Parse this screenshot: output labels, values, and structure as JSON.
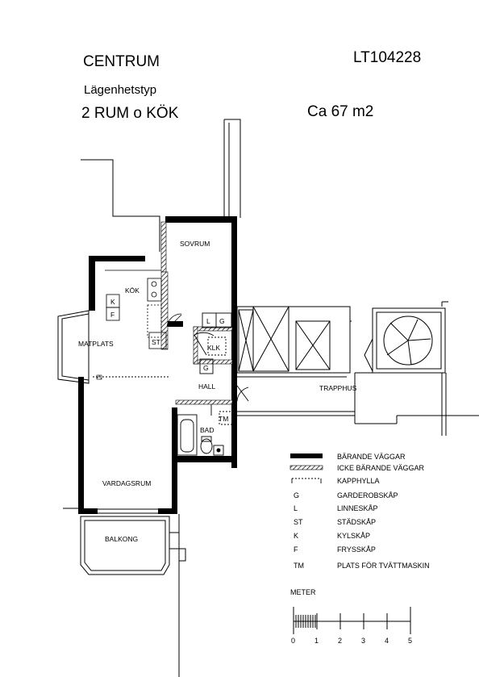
{
  "header": {
    "area_name": "CENTRUM",
    "object_id": "LT104228",
    "type_label": "Lägenhetstyp",
    "type_value": "2 RUM o KÖK",
    "area_size": "Ca 67 m2"
  },
  "rooms": {
    "sovrum": "SOVRUM",
    "kok": "KÖK",
    "matplats": "MATPLATS",
    "hall": "HALL",
    "bad": "BAD",
    "vardagsrum": "VARDAGSRUM",
    "balkong": "BALKONG",
    "trapphus": "TRAPPHUS",
    "klk": "KLK"
  },
  "fixtures": {
    "k": "K",
    "f": "F",
    "st": "ST",
    "l": "L",
    "g1": "G",
    "g2": "G",
    "tm": "TM"
  },
  "legend": [
    {
      "symbol": "wall-bearing",
      "code": "",
      "text": "BÄRANDE VÄGGAR"
    },
    {
      "symbol": "wall-nonbearing",
      "code": "",
      "text": "ICKE BÄRANDE VÄGGAR"
    },
    {
      "symbol": "shelf",
      "code": "",
      "text": "KAPPHYLLA"
    },
    {
      "symbol": "code",
      "code": "G",
      "text": "GARDEROBSKÅP"
    },
    {
      "symbol": "code",
      "code": "L",
      "text": "LINNESKÅP"
    },
    {
      "symbol": "code",
      "code": "ST",
      "text": "STÄDSKÅP"
    },
    {
      "symbol": "code",
      "code": "K",
      "text": "KYLSKÅP"
    },
    {
      "symbol": "code",
      "code": "F",
      "text": "FRYSSKÅP"
    },
    {
      "symbol": "code",
      "code": "TM",
      "text": "PLATS FÖR TVÄTTMASKIN"
    }
  ],
  "scale": {
    "title": "METER",
    "ticks": [
      "0",
      "1",
      "2",
      "3",
      "4",
      "5"
    ]
  }
}
